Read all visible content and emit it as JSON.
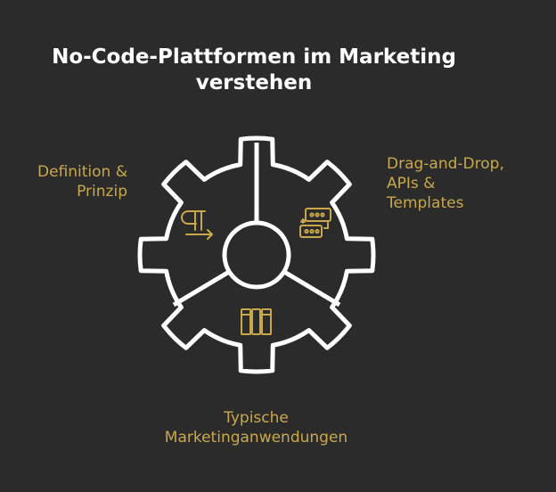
{
  "title_line1": "No-Code-Plattformen im Marketing",
  "title_line2": "verstehen",
  "segments": [
    {
      "label": "Definition & Prinzip",
      "icon": "pilcrow-arrow-icon"
    },
    {
      "label": "Drag-and-Drop, APIs & Templates",
      "icon": "component-blocks-icon"
    },
    {
      "label": "Typische Marketinganwendungen",
      "icon": "library-books-icon"
    }
  ],
  "label_lines": {
    "left": [
      "Definition &",
      "Prinzip"
    ],
    "right": [
      "Drag-and-Drop,",
      "APIs &",
      "Templates"
    ],
    "bottom": [
      "Typische",
      "Marketinganwendungen"
    ]
  },
  "colors": {
    "background": "#2b2b2b",
    "title": "#ffffff",
    "gear_stroke": "#ffffff",
    "accent": "#c9a84c"
  }
}
